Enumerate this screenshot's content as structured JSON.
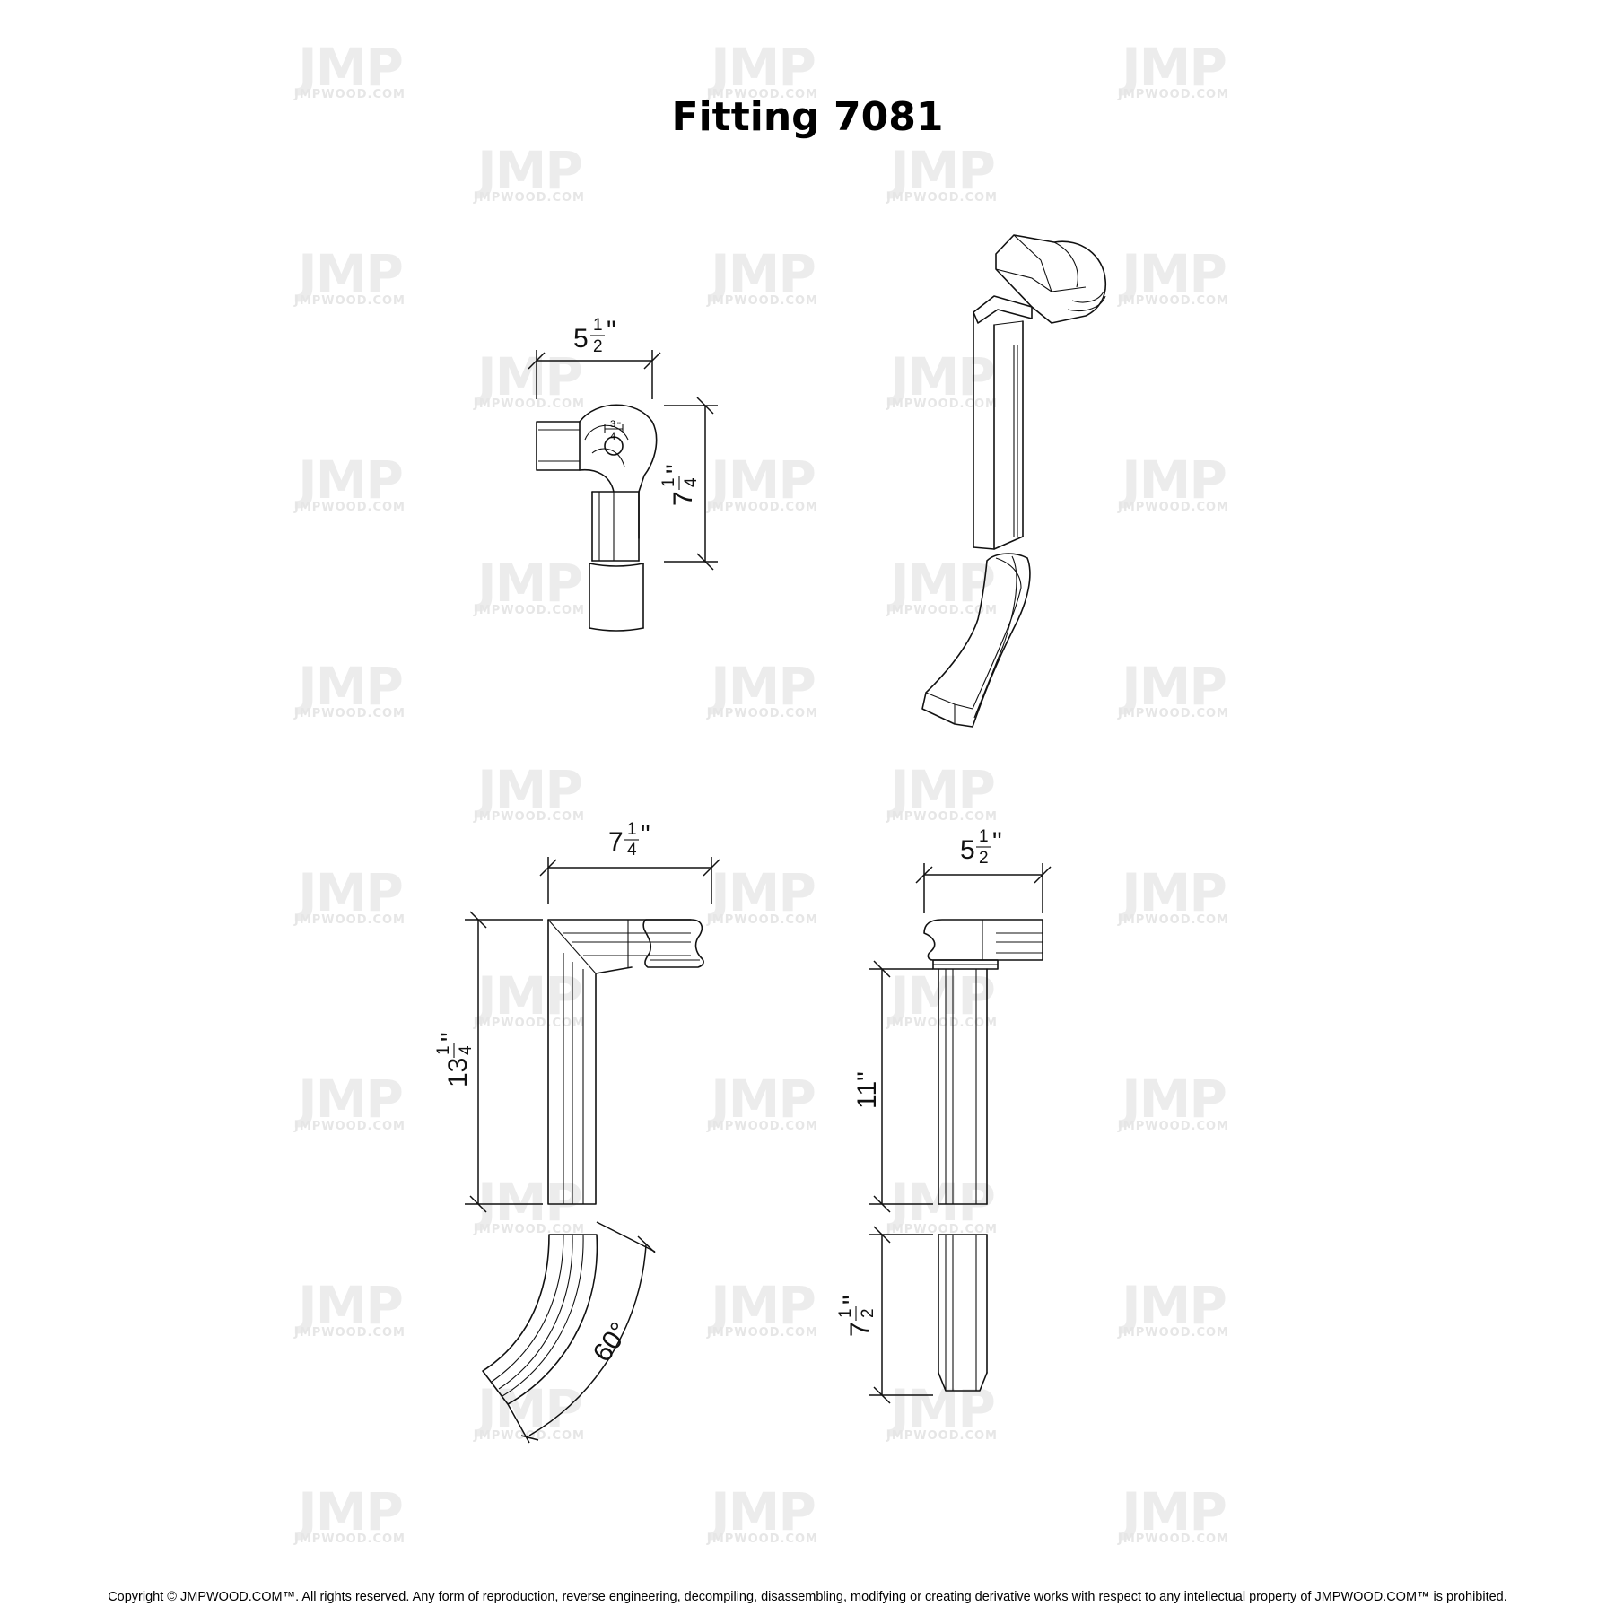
{
  "title": "Fitting 7081",
  "watermark": {
    "logo": "JMP",
    "site": "JMPWOOD.COM"
  },
  "dimensions": {
    "top_width": {
      "whole": "5",
      "num": "1",
      "den": "2",
      "unit": "\""
    },
    "top_height": {
      "whole": "7",
      "num": "1",
      "den": "4",
      "unit": "\""
    },
    "top_hole": {
      "num": "3",
      "den": "4",
      "unit": "\""
    },
    "front_width": {
      "whole": "7",
      "num": "1",
      "den": "4",
      "unit": "\""
    },
    "front_height": {
      "whole": "13",
      "num": "1",
      "den": "4",
      "unit": "\""
    },
    "side_width": {
      "whole": "5",
      "num": "1",
      "den": "2",
      "unit": "\""
    },
    "side_upper": "11\"",
    "side_lower": {
      "whole": "7",
      "num": "1",
      "den": "2",
      "unit": "\""
    },
    "angle": "60°"
  },
  "copyright": "Copyright © JMPWOOD.COM™. All rights reserved. Any form of reproduction, reverse engineering, decompiling, disassembling, modifying or creating derivative works with respect to any intellectual property of JMPWOOD.COM™ is prohibited."
}
